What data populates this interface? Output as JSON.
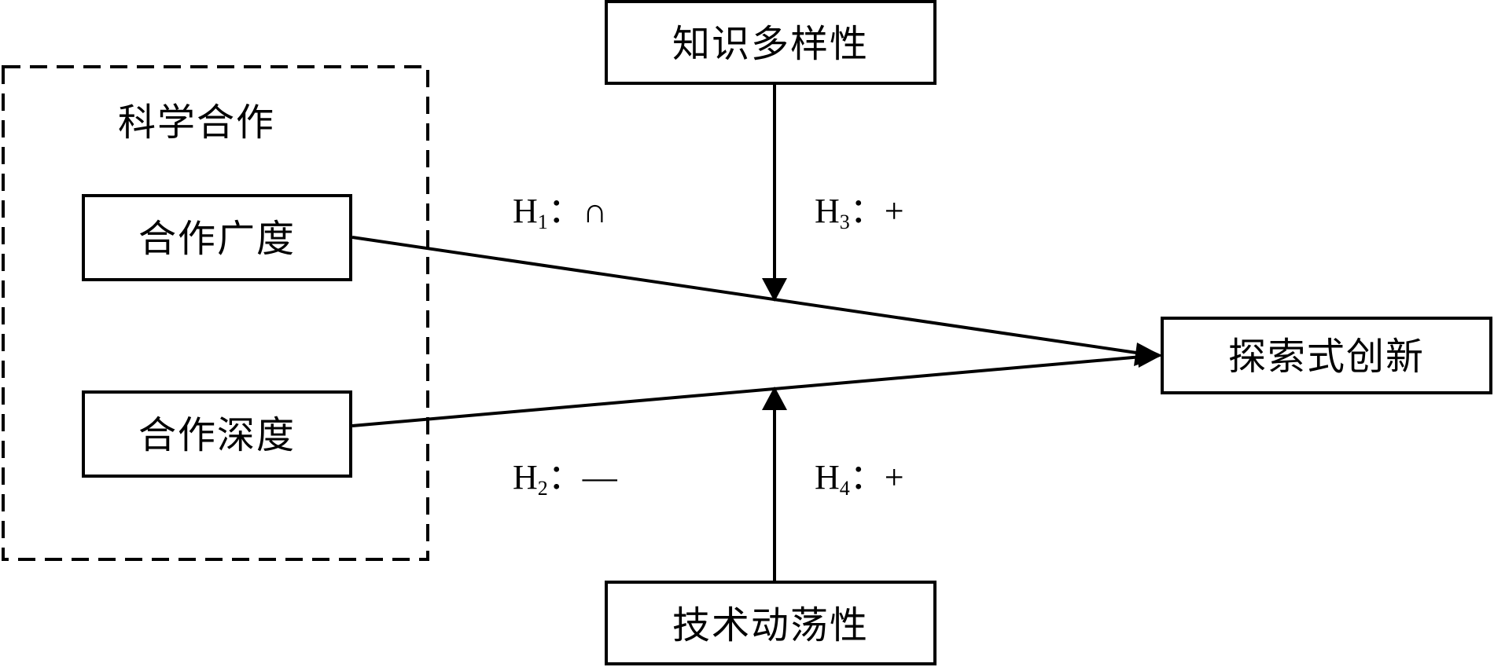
{
  "group": {
    "title": "科学合作"
  },
  "nodes": {
    "breadth": "合作广度",
    "depth": "合作深度",
    "knowledge_diversity": "知识多样性",
    "tech_turbulence": "技术动荡性",
    "exploratory_innovation": "探索式创新"
  },
  "hypotheses": [
    {
      "letter": "H",
      "sub": "1",
      "sign": "：∩"
    },
    {
      "letter": "H",
      "sub": "2",
      "sign": "：—"
    },
    {
      "letter": "H",
      "sub": "3",
      "sign": "：+"
    },
    {
      "letter": "H",
      "sub": "4",
      "sign": "：+"
    }
  ]
}
